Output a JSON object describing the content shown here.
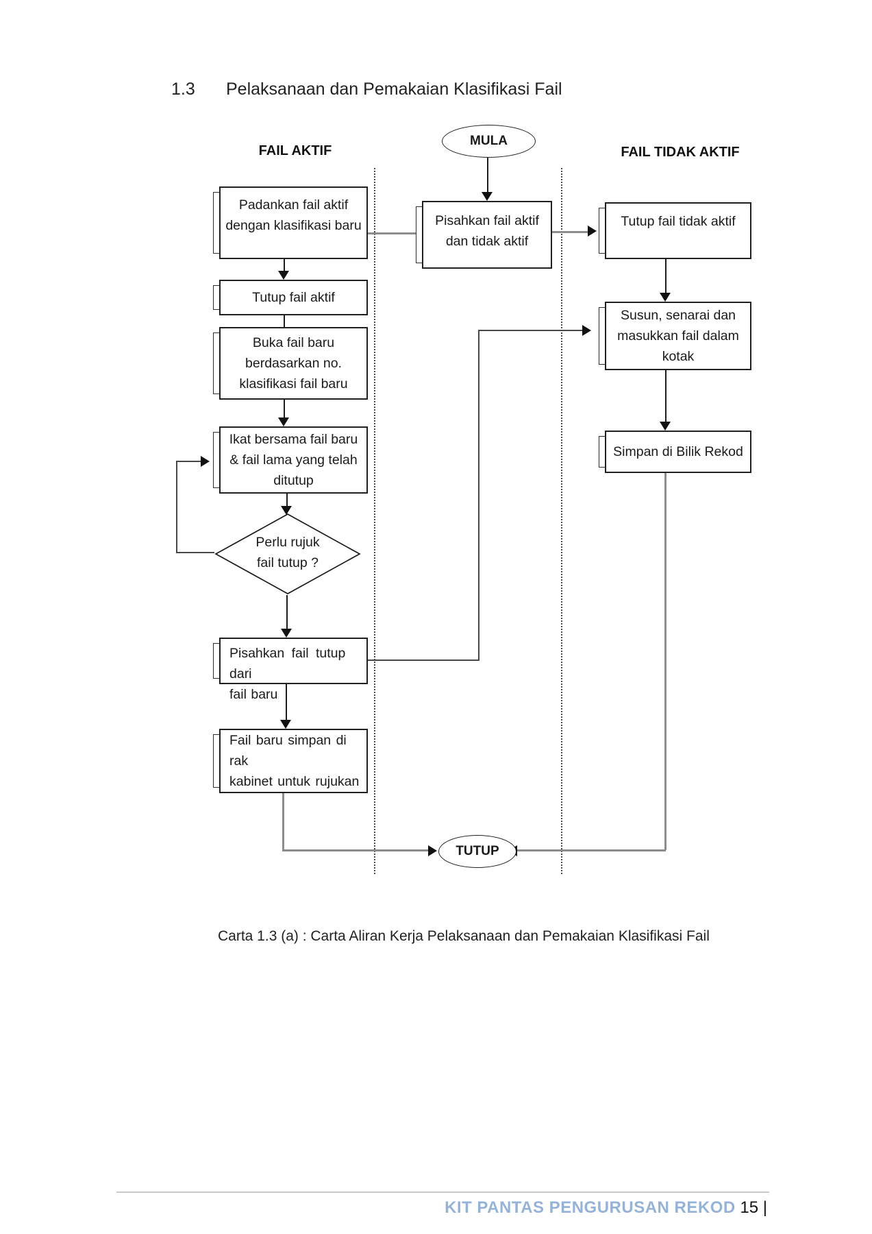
{
  "page": {
    "title_number": "1.3",
    "title_text": "Pelaksanaan dan Pemakaian Klasifikasi Fail",
    "caption": "Carta 1.3 (a) : Carta Aliran Kerja Pelaksanaan dan Pemakaian Klasifikasi Fail",
    "footer": {
      "brand": "KIT PANTAS PENGURUSAN REKOD",
      "page_number": "15",
      "separator": "|",
      "brand_color": "#95B3D7"
    }
  },
  "flowchart": {
    "headers": {
      "left_lane": "FAIL AKTIF",
      "right_lane": "FAIL TIDAK AKTIF"
    },
    "start": "MULA",
    "end": "TUTUP",
    "nodes": {
      "padankan": {
        "lines": [
          "Padankan fail aktif",
          "dengan klasifikasi baru"
        ]
      },
      "tutup_fail_aktif": {
        "lines": [
          "Tutup fail aktif"
        ]
      },
      "buka_fail_baru": {
        "lines": [
          "Buka fail baru",
          "berdasarkan no.",
          "klasifikasi fail baru"
        ]
      },
      "ikat_bersama": {
        "lines": [
          "Ikat bersama fail baru",
          "& fail lama yang telah",
          "ditutup"
        ]
      },
      "perlu_rujuk": {
        "lines": [
          "Perlu rujuk",
          "fail tutup ?"
        ]
      },
      "pisahkan_fail_tutup": {
        "lines": [
          "Pisahkan fail tutup dari",
          "fail baru"
        ]
      },
      "fail_baru_simpan": {
        "lines": [
          "Fail baru simpan di rak",
          "kabinet untuk rujukan"
        ]
      },
      "pisahkan_aktif_tidak": {
        "lines": [
          "Pisahkan fail aktif",
          "dan tidak aktif"
        ]
      },
      "tutup_fail_tidak_aktif": {
        "lines": [
          "Tutup fail tidak aktif"
        ]
      },
      "susun_senarai": {
        "lines": [
          "Susun, senarai dan",
          "masukkan fail dalam",
          "kotak"
        ]
      },
      "simpan_bilik_rekod": {
        "lines": [
          "Simpan di Bilik Rekod"
        ]
      }
    }
  }
}
